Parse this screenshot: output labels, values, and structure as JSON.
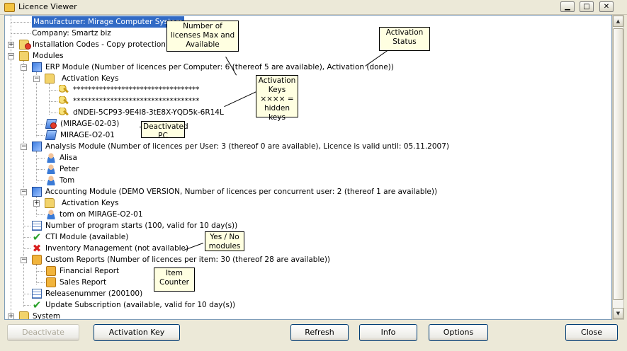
{
  "window": {
    "title": "Licence Viewer"
  },
  "tree": {
    "manufacturer": "Manufacturer: Mirage Computer System",
    "company": "Company: Smartz biz",
    "installation_codes": "Installation Codes - Copy protection act",
    "modules": "Modules",
    "erp_module": "ERP Module (Number of licences per Computer: 6 (thereof 5 are available), Activation (done))",
    "erp_activation_keys": "Activation Keys",
    "key_hidden_1": "**********************************",
    "key_hidden_2": "**********************************",
    "key_visible": "dNDEi-5CP93-9E4I8-3tE8X-YQD5k-6R14L",
    "pc_deactivated": "(MIRAGE-02-03)",
    "pc_active": "MIRAGE-O2-01",
    "analysis_module": "Analysis Module (Number of licences per User: 3 (thereof 0 are available), Licence is valid until: 05.11.2007)",
    "user_1": "Alisa",
    "user_2": "Peter",
    "user_3": "Tom",
    "accounting_module": "Accounting Module (DEMO VERSION, Number of licences per concurrent user: 2 (thereof 1 are available))",
    "accounting_activation_keys": "Activation Keys",
    "accounting_user": "tom on MIRAGE-O2-01",
    "program_starts": "Number of program starts (100, valid for 10 day(s))",
    "cti_module": "CTI Module (available)",
    "inventory": "Inventory Management (not available)",
    "custom_reports": "Custom Reports (Number of licences per item: 30 (thereof 28 are available))",
    "financial_report": "Financial Report",
    "sales_report": "Sales Report",
    "release_number": "Releasenummer (200100)",
    "update_subscription": "Update Subscription (available, valid for 10 day(s))",
    "system": "System"
  },
  "callouts": {
    "licenses": "Number of licenses Max and Available",
    "activation_status": "Activation Status",
    "activation_keys": "Activation Keys ×××× = hidden keys",
    "deactivated_pc": "Deactivated PC",
    "yes_no": "Yes / No modules",
    "item_counter": "Item Counter"
  },
  "buttons": {
    "deactivate": "Deactivate",
    "activation_key": "Activation Key",
    "refresh": "Refresh",
    "info": "Info",
    "options": "Options",
    "close": "Close"
  },
  "icons": {
    "minimize": "minimize-icon",
    "maximize": "maximize-icon",
    "close": "close-icon"
  }
}
